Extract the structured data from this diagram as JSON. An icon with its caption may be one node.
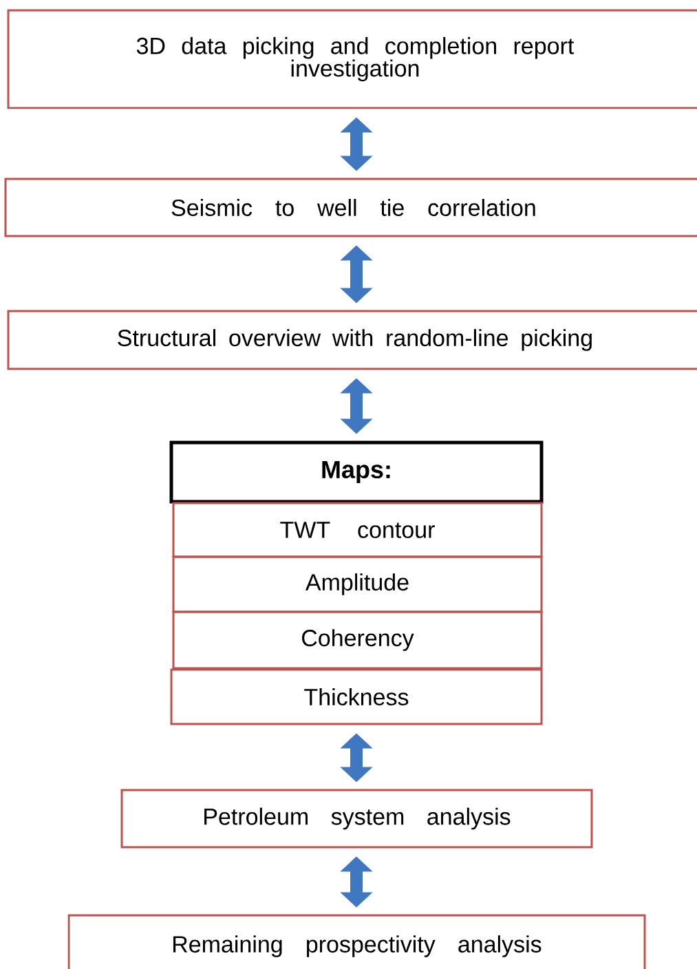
{
  "diagram": {
    "nodes": [
      {
        "text": [
          "3D data picking and completion report investigation"
        ]
      },
      {
        "text": [
          "Seismic to well tie correlation"
        ]
      },
      {
        "text": [
          "Structural overview with random-line picking"
        ]
      },
      {
        "text": [
          "Maps:"
        ]
      },
      {
        "text": [
          "TWT contour"
        ]
      },
      {
        "text": [
          "Amplitude"
        ]
      },
      {
        "text": [
          "Coherency"
        ]
      },
      {
        "text": [
          "Thickness"
        ]
      },
      {
        "text": [
          "Petroleum system analysis"
        ]
      },
      {
        "text": [
          "Remaining prospectivity analysis"
        ]
      }
    ],
    "edges": [
      {
        "from": 0,
        "to": 1,
        "arrow": "both"
      },
      {
        "from": 1,
        "to": 2,
        "arrow": "both"
      },
      {
        "from": 2,
        "to": 3,
        "arrow": "both"
      },
      {
        "from": 7,
        "to": 8,
        "arrow": "both"
      },
      {
        "from": 8,
        "to": 9,
        "arrow": "both"
      }
    ]
  }
}
